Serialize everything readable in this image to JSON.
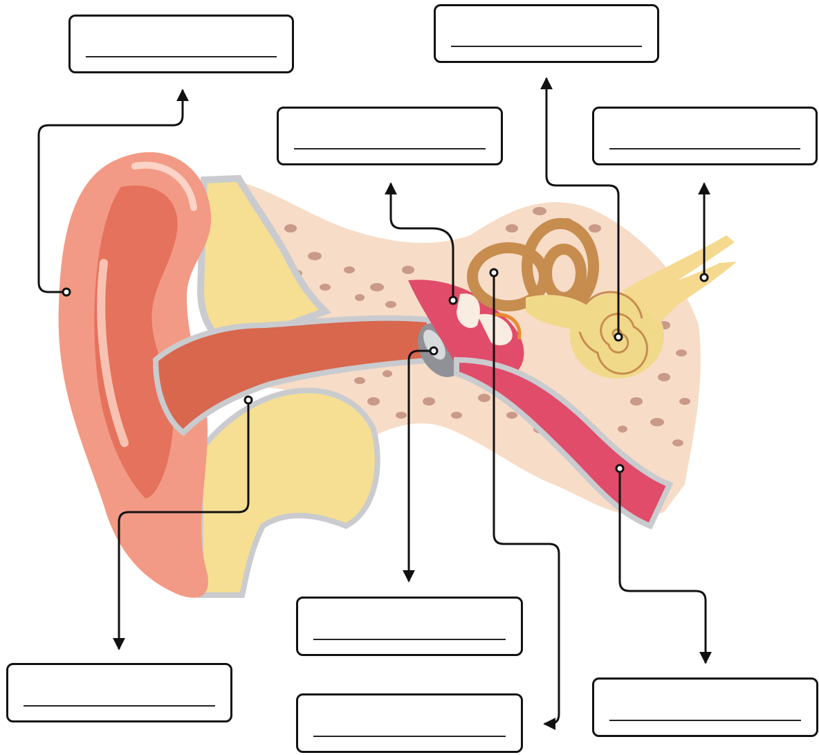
{
  "diagram": {
    "colors": {
      "outer_ear": "#f29a85",
      "outer_ear_dark": "#e5725c",
      "canal": "#d8674d",
      "cartilage": "#f6df92",
      "bone": "#f7dcc7",
      "bone_spots": "#c89a87",
      "outline_gray": "#c9cbcf",
      "eardrum": "#8f9196",
      "middle_ear": "#e04c6a",
      "canals_brown": "#c68d4f",
      "cochlea": "#f1d98a",
      "nerve": "#f4d98f",
      "line": "#111111"
    },
    "label_boxes": [
      {
        "id": "box-top-left",
        "answer": ""
      },
      {
        "id": "box-top-center",
        "answer": ""
      },
      {
        "id": "box-upper-middle",
        "answer": ""
      },
      {
        "id": "box-upper-right",
        "answer": ""
      },
      {
        "id": "box-bottom-left",
        "answer": ""
      },
      {
        "id": "box-bottom-center-upper",
        "answer": ""
      },
      {
        "id": "box-bottom-center-lower",
        "answer": ""
      },
      {
        "id": "box-bottom-right",
        "answer": ""
      }
    ]
  }
}
